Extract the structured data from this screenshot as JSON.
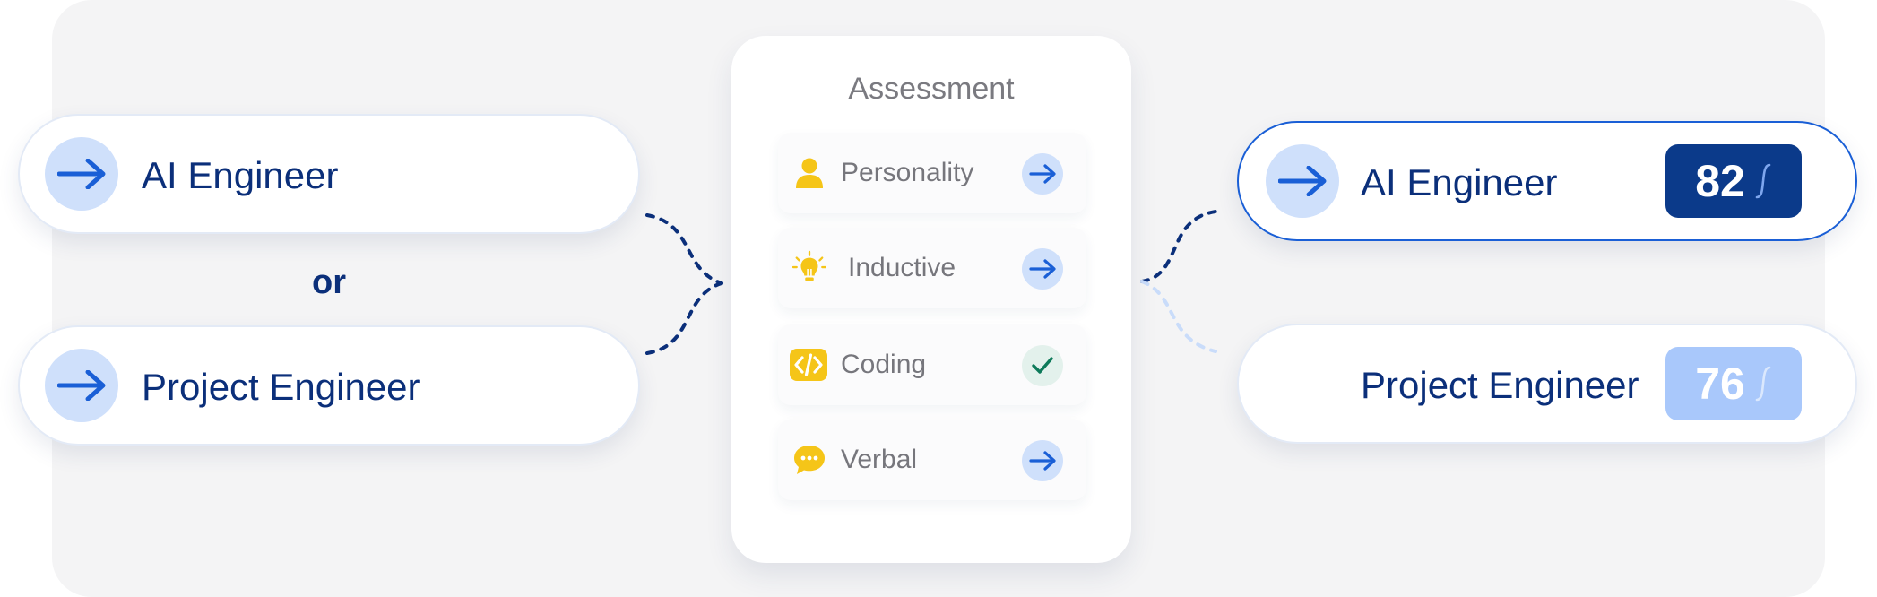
{
  "left_options": {
    "first": {
      "label": "AI Engineer",
      "icon": "arrow-right-icon"
    },
    "separator": "or",
    "second": {
      "label": "Project Engineer",
      "icon": "arrow-right-icon"
    }
  },
  "assessment": {
    "title": "Assessment",
    "items": [
      {
        "label": "Personality",
        "icon": "person-icon",
        "status": "pending",
        "status_icon": "arrow-right-icon"
      },
      {
        "label": "Inductive",
        "icon": "lightbulb-icon",
        "status": "pending",
        "status_icon": "arrow-right-icon"
      },
      {
        "label": "Coding",
        "icon": "code-icon",
        "status": "completed",
        "status_icon": "checkmark-icon"
      },
      {
        "label": "Verbal",
        "icon": "chat-bubble-icon",
        "status": "pending",
        "status_icon": "arrow-right-icon"
      }
    ]
  },
  "results": [
    {
      "label": "AI Engineer",
      "score": "82",
      "selected": true,
      "icon": "arrow-right-icon"
    },
    {
      "label": "Project Engineer",
      "score": "76",
      "selected": false
    }
  ],
  "colors": {
    "brand_navy": "#0b2f7a",
    "brand_blue": "#1a5fd6",
    "accent_yellow": "#f5c518",
    "check_green": "#0e7a5a",
    "score_primary_bg": "#0b3a8a",
    "score_secondary_bg": "#a9c8fb"
  }
}
